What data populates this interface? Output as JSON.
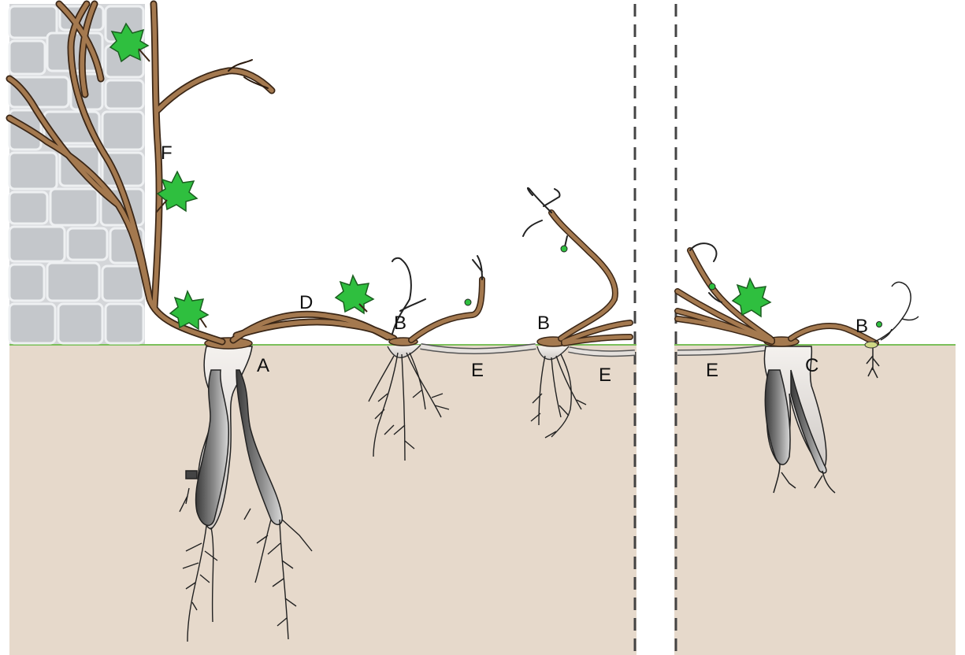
{
  "labels": {
    "f": "F",
    "a": "A",
    "d": "D",
    "b1": "B",
    "b2": "B",
    "b3": "B",
    "e1": "E",
    "e2": "E",
    "e3": "E",
    "c": "C"
  },
  "colors": {
    "soil": "#e6d9cb",
    "ground_line": "#7bbf5a",
    "stem": "#a4794f",
    "stem_outline": "#3a2616",
    "leaf": "#2fbf3f",
    "wall": "#cdcfd2",
    "divider": "#444444"
  }
}
